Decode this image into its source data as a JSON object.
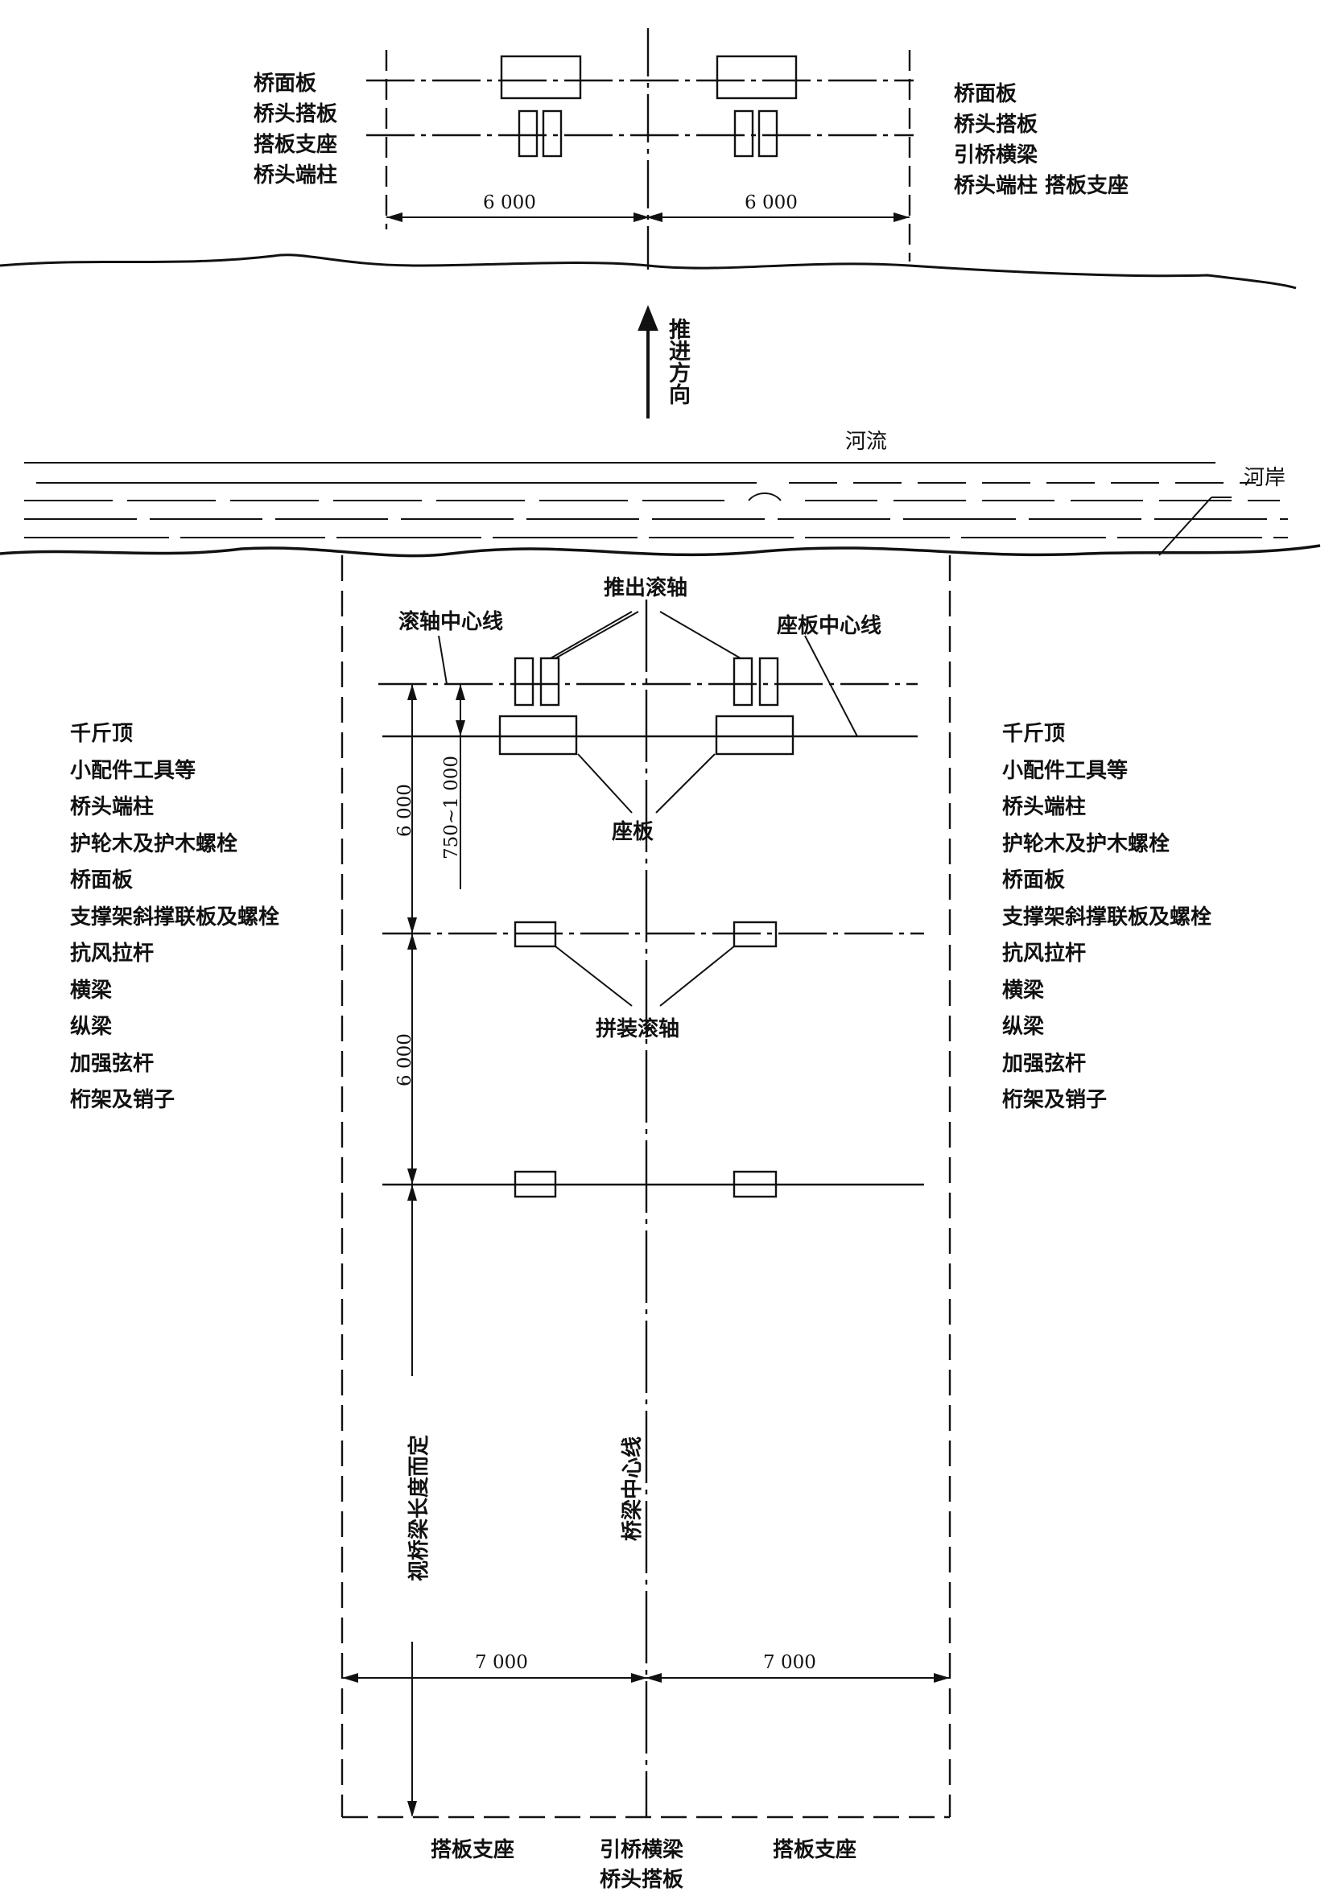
{
  "top": {
    "left_labels": [
      "桥面板",
      "桥头搭板",
      "搭板支座",
      "桥头端柱"
    ],
    "right_labels": [
      "桥面板",
      "桥头搭板",
      "引桥横梁",
      "桥头端柱  搭板支座"
    ],
    "dims": [
      "6 000",
      "6 000"
    ]
  },
  "direction_label": "推进方向",
  "river_label": "河流",
  "bank_label": "河岸",
  "callouts": {
    "push_rollers": "推出滚轴",
    "roller_centerline": "滚轴中心线",
    "seat_centerline": "座板中心线",
    "seat_plate": "座板",
    "assembly_rollers": "拼装滚轴"
  },
  "side_list": [
    "千斤顶",
    "小配件工具等",
    "桥头端柱",
    "护轮木及护木螺栓",
    "桥面板",
    "支撑架斜撑联板及螺栓",
    "抗风拉杆",
    "横梁",
    "纵梁",
    "加强弦杆",
    "桁架及销子"
  ],
  "dims": {
    "v1": "6 000",
    "v2": "6 000",
    "v_small": "750~1 000",
    "h1": "7 000",
    "h2": "7 000"
  },
  "vertical_notes": {
    "length": "视桥梁长度而定",
    "centerline": "桥梁中心线"
  },
  "bottom_labels": {
    "left": "搭板支座",
    "center": "引桥横梁",
    "right": "搭板支座",
    "center2": "桥头搭板"
  }
}
